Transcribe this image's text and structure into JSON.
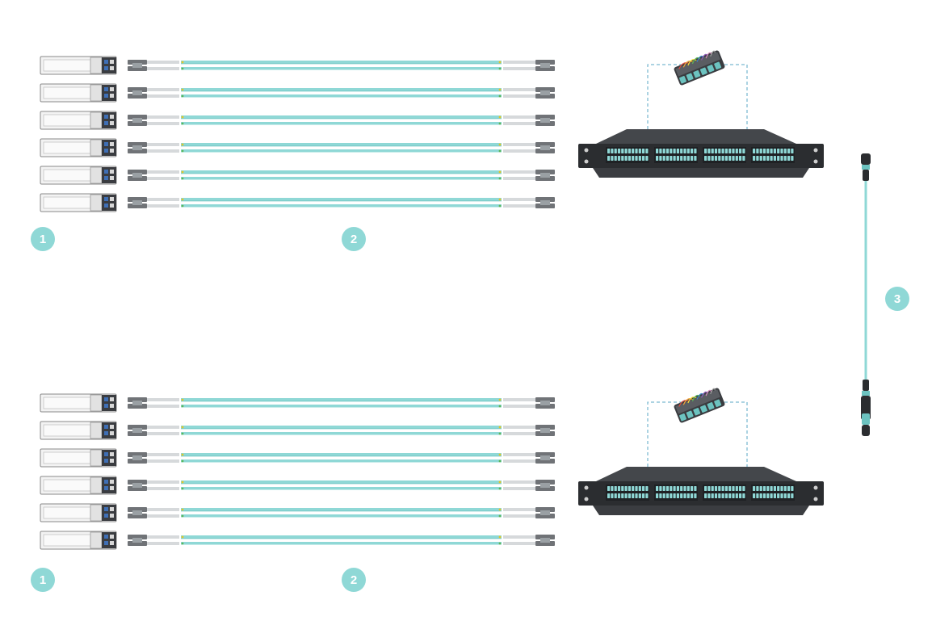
{
  "diagram": {
    "colors": {
      "fiber": "#8fd8d6",
      "fiber_dark": "#6cc3c0",
      "panel": "#2b2d30",
      "badge": "#8fd8d6",
      "dashed": "#5aa7c6"
    },
    "groups": [
      {
        "id": "top",
        "transceiver_count": 6,
        "badges": {
          "transceiver": "1",
          "patch_cable": "2"
        }
      },
      {
        "id": "bottom",
        "transceiver_count": 6,
        "badges": {
          "transceiver": "1",
          "patch_cable": "2"
        }
      }
    ],
    "trunk_badge": "3",
    "icons": [
      "sfp-transceiver-icon",
      "lc-duplex-patch-cable-icon",
      "mtp-cassette-icon",
      "fiber-enclosure-icon",
      "mtp-trunk-cable-icon"
    ]
  }
}
